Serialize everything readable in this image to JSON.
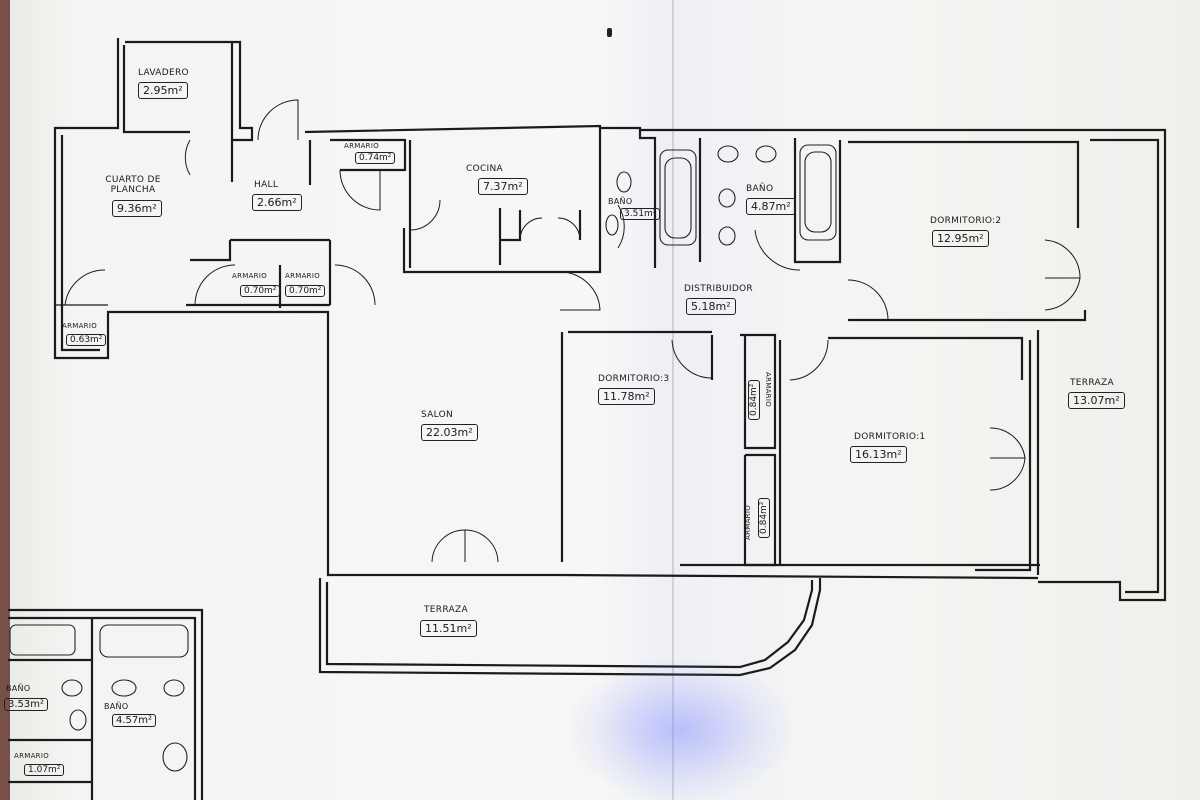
{
  "rooms": {
    "lavadero": {
      "name": "LAVADERO",
      "area": "2.95m²"
    },
    "cuarto_plancha": {
      "name": "CUARTO DE PLANCHA",
      "area": "9.36m²"
    },
    "hall": {
      "name": "HALL",
      "area": "2.66m²"
    },
    "armario_hall": {
      "name": "ARMARIO",
      "area": "0.74m²"
    },
    "cocina": {
      "name": "COCINA",
      "area": "7.37m²"
    },
    "bano_1": {
      "name": "BAÑO",
      "area": "3.51m²"
    },
    "bano_2": {
      "name": "BAÑO",
      "area": "4.87m²"
    },
    "dormitorio_2": {
      "name": "DORMITORIO:2",
      "area": "12.95m²"
    },
    "armario_a": {
      "name": "ARMARIO",
      "area": "0.70m²"
    },
    "armario_b": {
      "name": "ARMARIO",
      "area": "0.70m²"
    },
    "armario_c": {
      "name": "ARMARIO",
      "area": "0.63m²"
    },
    "distribuidor": {
      "name": "DISTRIBUIDOR",
      "area": "5.18m²"
    },
    "dormitorio_3": {
      "name": "DORMITORIO:3",
      "area": "11.78m²"
    },
    "armario_d": {
      "name": "ARMARIO",
      "area": "0.84m²"
    },
    "armario_e": {
      "name": "ARMARIO",
      "area": "0.84m²"
    },
    "terraza_east": {
      "name": "TERRAZA",
      "area": "13.07m²"
    },
    "dormitorio_1": {
      "name": "DORMITORIO:1",
      "area": "16.13m²"
    },
    "salon": {
      "name": "SALON",
      "area": "22.03m²"
    },
    "terraza_south": {
      "name": "TERRAZA",
      "area": "11.51m²"
    }
  },
  "inset": {
    "bano_a": {
      "name": "BAÑO",
      "area": "3.53m²"
    },
    "bano_b": {
      "name": "BAÑO",
      "area": "4.57m²"
    },
    "armario": {
      "name": "ARMARIO",
      "area": "1.07m²"
    }
  }
}
